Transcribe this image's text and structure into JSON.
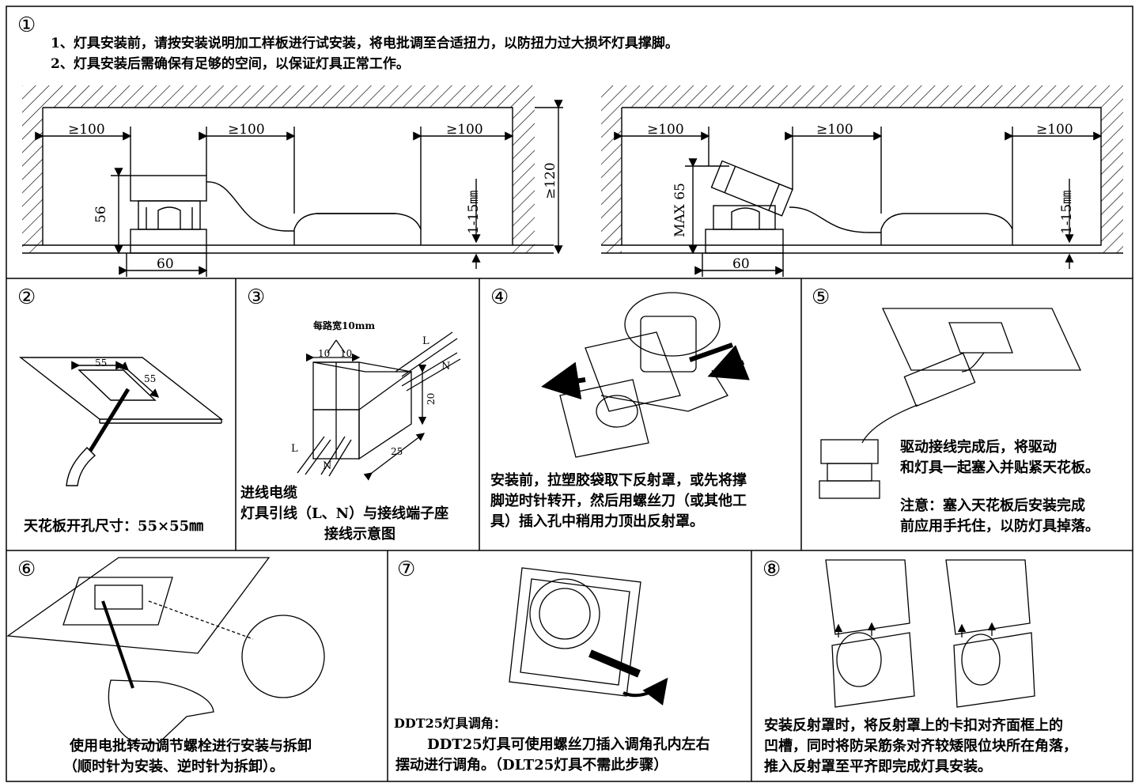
{
  "steps": [
    {
      "num": "①",
      "notes": [
        "1、灯具安装前，请按安装说明加工样板进行试安装，将电批调至合适扭力，以防扭力过大损坏灯具撑脚。",
        "2、灯具安装后需确保有足够的空间，以保证灯具正常工作。"
      ],
      "dims": {
        "gap": "≥100",
        "height_56": "56",
        "width_60": "60",
        "recess": "1-15㎜",
        "height_120": "≥120",
        "max65": "MAX 65"
      }
    },
    {
      "num": "②",
      "caption": "天花板开孔尺寸：55×55㎜",
      "dims": [
        "55",
        "55"
      ]
    },
    {
      "num": "③",
      "width_label": "每路宽10mm",
      "w1": "10",
      "w2": "10",
      "L": "L",
      "N": "N",
      "h20": "20",
      "d25": "25",
      "captions": [
        "进线电缆",
        "灯具引线（L、N）与接线端子座",
        "接线示意图"
      ]
    },
    {
      "num": "④",
      "caption": [
        "安装前，拉塑胶袋取下反射罩，或先将撑",
        "脚逆时针转开，然后用螺丝刀（或其他工",
        "具）插入孔中稍用力顶出反射罩。"
      ]
    },
    {
      "num": "⑤",
      "caption": [
        "驱动接线完成后，将驱动",
        "和灯具一起塞入并贴紧天花板。"
      ],
      "note_label": "注意：",
      "note": [
        "塞入天花板后安装完成",
        "前应用手托住，以防灯具掉落。"
      ]
    },
    {
      "num": "⑥",
      "caption": [
        "使用电批转动调节螺栓进行安装与拆卸",
        "（顺时针为安装、逆时针为拆卸）。"
      ]
    },
    {
      "num": "⑦",
      "title": "DDT25灯具调角：",
      "caption": [
        "DDT25灯具可使用螺丝刀插入调角孔内左右",
        "摆动进行调角。（DLT25灯具不需此步骤）"
      ]
    },
    {
      "num": "⑧",
      "caption": [
        "安装反射罩时，将反射罩上的卡扣对齐面框上的",
        "凹槽，同时将防呆筋条对齐较矮限位块所在角落，",
        "推入反射罩至平齐即完成灯具安装。"
      ]
    }
  ],
  "colors": {
    "line": "#000000",
    "hatch": "#000000"
  }
}
